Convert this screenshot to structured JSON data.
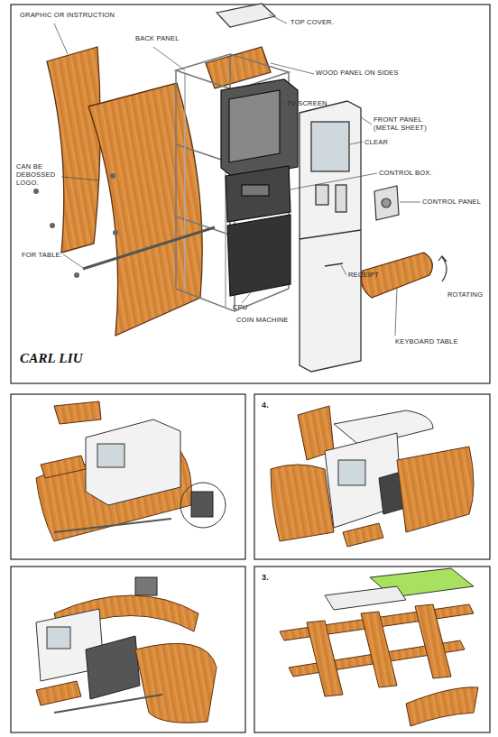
{
  "diagram": {
    "labels": [
      "GRAPHIC OR INSTRUCTION",
      "TOP COVER.",
      "BACK PANEL",
      "WOOD PANEL ON SIDES",
      "TV SCREEN",
      "FRONT PANEL (METAL SHEET)",
      "CLEAR",
      "CONTROL BOX.",
      "CONTROL PANEL",
      "CAN BE DEBOSSED LOGO.",
      "FOR TABLE.",
      "RECEIPT",
      "ROTATING",
      "CPU",
      "COIN MACHINE",
      "KEYBOARD TABLE",
      "CARL LIU",
      "4.",
      "3."
    ]
  }
}
